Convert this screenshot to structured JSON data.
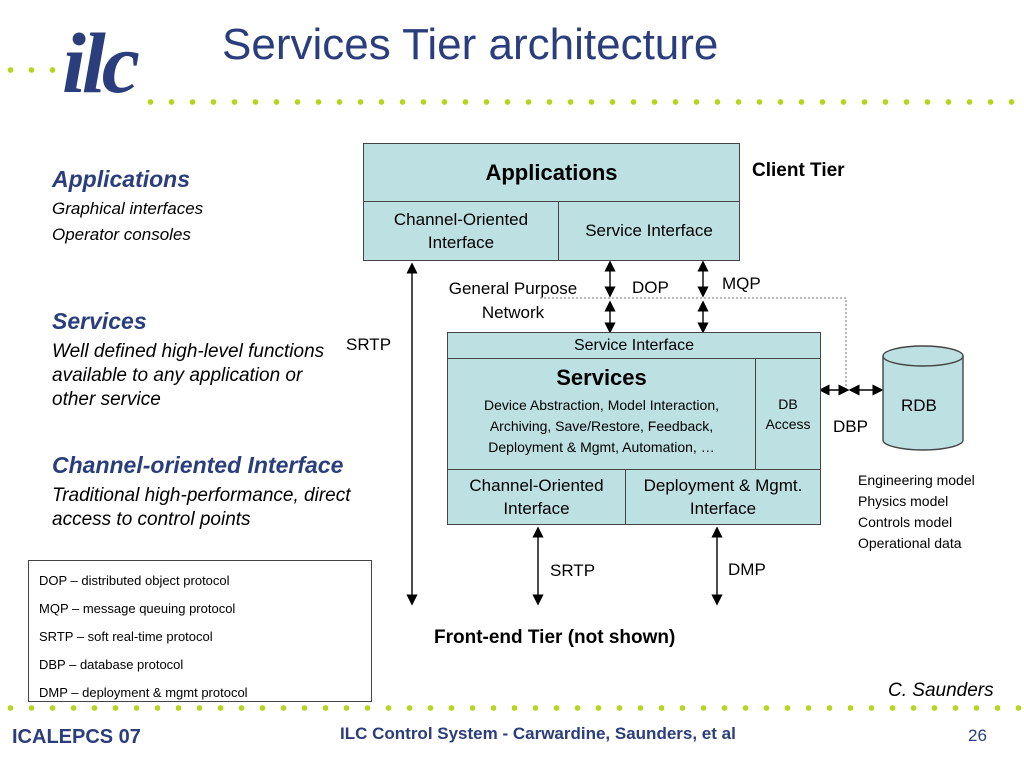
{
  "logo": "ilc",
  "title": "Services Tier architecture",
  "left": {
    "applications": {
      "heading": "Applications",
      "line1": "Graphical interfaces",
      "line2": "Operator consoles"
    },
    "services": {
      "heading": "Services",
      "text": "Well defined high-level functions available to any application or other service"
    },
    "channel": {
      "heading": "Channel-oriented Interface",
      "text": "Traditional high-performance, direct access to control points"
    }
  },
  "legend": [
    "DOP – distributed object protocol",
    "MQP – message queuing protocol",
    "SRTP – soft real-time protocol",
    "DBP – database protocol",
    "DMP – deployment & mgmt protocol"
  ],
  "client": {
    "tier_label": "Client Tier",
    "applications": "Applications",
    "channel_interface": "Channel-Oriented Interface",
    "service_interface": "Service Interface"
  },
  "network": {
    "general_purpose": "General Purpose Network",
    "dop": "DOP",
    "mqp": "MQP",
    "srtp_left": "SRTP"
  },
  "services": {
    "service_interface": "Service Interface",
    "heading": "Services",
    "description": "Device Abstraction, Model Interaction, Archiving, Save/Restore, Feedback, Deployment & Mgmt, Automation, …",
    "db_access": "DB Access",
    "channel_interface": "Channel-Oriented Interface",
    "deployment_interface": "Deployment & Mgmt. Interface"
  },
  "database": {
    "rdb": "RDB",
    "dbp": "DBP",
    "contents": [
      "Engineering model",
      "Physics model",
      "Controls model",
      "Operational data"
    ]
  },
  "frontend": {
    "srtp": "SRTP",
    "dmp": "DMP",
    "tier_label": "Front-end Tier (not shown)"
  },
  "author": "C. Saunders",
  "footer": {
    "left": "ICALEPCS 07",
    "center": "ILC Control System - Carwardine, Saunders, et al",
    "page": "26"
  },
  "colors": {
    "title": "#2a3d7c",
    "box_fill": "#bde0e2",
    "dots": "#b7d51f"
  }
}
